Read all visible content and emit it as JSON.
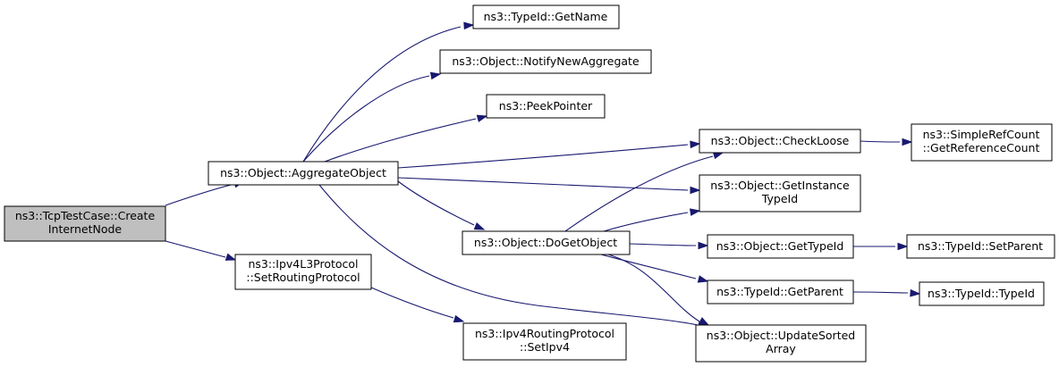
{
  "graph": {
    "colors": {
      "edge": "#191970",
      "root_fill": "#bfbfbf",
      "node_fill": "#ffffff",
      "border": "#000000"
    },
    "nodes": {
      "tcp_create": [
        "ns3::TcpTestCase::Create",
        "InternetNode"
      ],
      "aggregate": [
        "ns3::Object::AggregateObject"
      ],
      "set_routing": [
        "ns3::Ipv4L3Protocol",
        "::SetRoutingProtocol"
      ],
      "typeid_getname": [
        "ns3::TypeId::GetName"
      ],
      "notify_new_agg": [
        "ns3::Object::NotifyNewAggregate"
      ],
      "peek_pointer": [
        "ns3::PeekPointer"
      ],
      "check_loose": [
        "ns3::Object::CheckLoose"
      ],
      "get_instance_typeid": [
        "ns3::Object::GetInstance",
        "TypeId"
      ],
      "do_get_object": [
        "ns3::Object::DoGetObject"
      ],
      "get_typeid": [
        "ns3::Object::GetTypeId"
      ],
      "typeid_getparent": [
        "ns3::TypeId::GetParent"
      ],
      "update_sorted": [
        "ns3::Object::UpdateSorted",
        "Array"
      ],
      "set_ipv4": [
        "ns3::Ipv4RoutingProtocol",
        "::SetIpv4"
      ],
      "simpleref_getcount": [
        "ns3::SimpleRefCount",
        "::GetReferenceCount"
      ],
      "typeid_setparent": [
        "ns3::TypeId::SetParent"
      ],
      "typeid_typeid": [
        "ns3::TypeId::TypeId"
      ]
    },
    "edges": [
      [
        "tcp_create",
        "aggregate"
      ],
      [
        "tcp_create",
        "set_routing"
      ],
      [
        "aggregate",
        "typeid_getname"
      ],
      [
        "aggregate",
        "notify_new_agg"
      ],
      [
        "aggregate",
        "peek_pointer"
      ],
      [
        "aggregate",
        "check_loose"
      ],
      [
        "aggregate",
        "get_instance_typeid"
      ],
      [
        "aggregate",
        "do_get_object"
      ],
      [
        "aggregate",
        "update_sorted"
      ],
      [
        "set_routing",
        "set_ipv4"
      ],
      [
        "check_loose",
        "simpleref_getcount"
      ],
      [
        "do_get_object",
        "check_loose"
      ],
      [
        "do_get_object",
        "get_instance_typeid"
      ],
      [
        "do_get_object",
        "get_typeid"
      ],
      [
        "do_get_object",
        "typeid_getparent"
      ],
      [
        "do_get_object",
        "update_sorted"
      ],
      [
        "get_typeid",
        "typeid_setparent"
      ],
      [
        "typeid_getparent",
        "typeid_typeid"
      ]
    ]
  }
}
